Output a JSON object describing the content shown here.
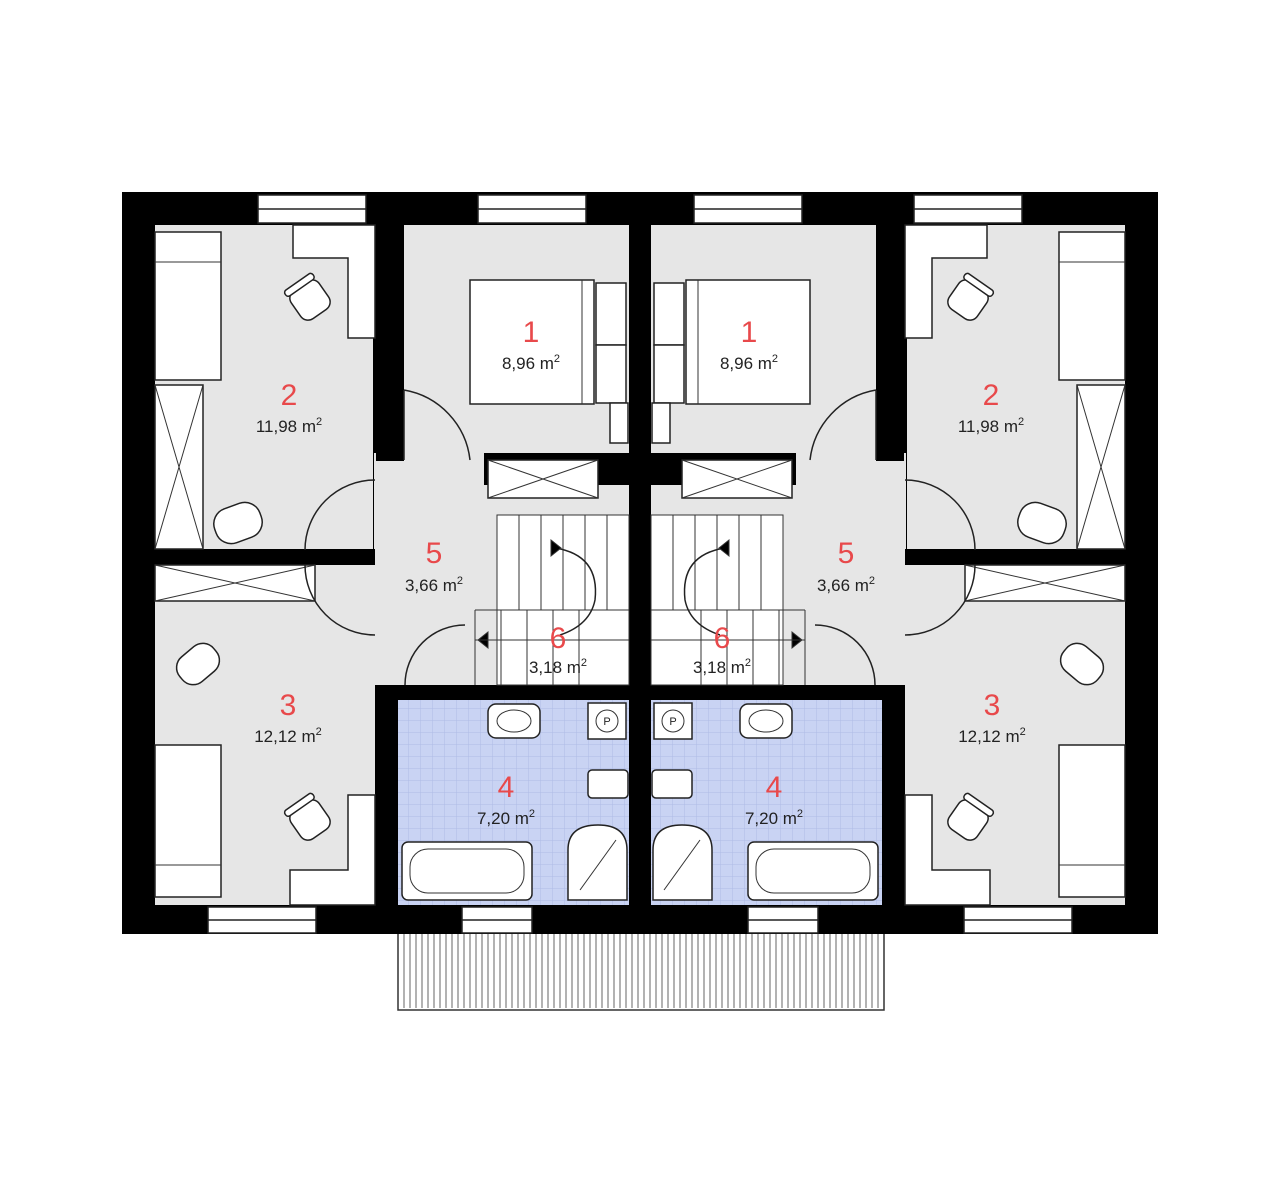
{
  "colors": {
    "wall": "#000000",
    "room_floor": "#e6e6e6",
    "bathroom_floor": "#c9d3f3",
    "room_number": "#e8494b",
    "area_text": "#222222"
  },
  "units": {
    "left": {
      "rooms": [
        {
          "number": "1",
          "area": "8,96 m",
          "sup": "2"
        },
        {
          "number": "2",
          "area": "11,98 m",
          "sup": "2"
        },
        {
          "number": "3",
          "area": "12,12 m",
          "sup": "2"
        },
        {
          "number": "4",
          "area": "7,20 m",
          "sup": "2"
        },
        {
          "number": "5",
          "area": "3,66 m",
          "sup": "2"
        },
        {
          "number": "6",
          "area": "3,18 m",
          "sup": "2"
        }
      ],
      "toilet_label": "P"
    },
    "right": {
      "rooms": [
        {
          "number": "1",
          "area": "8,96 m",
          "sup": "2"
        },
        {
          "number": "2",
          "area": "11,98 m",
          "sup": "2"
        },
        {
          "number": "3",
          "area": "12,12 m",
          "sup": "2"
        },
        {
          "number": "4",
          "area": "7,20 m",
          "sup": "2"
        },
        {
          "number": "5",
          "area": "3,66 m",
          "sup": "2"
        },
        {
          "number": "6",
          "area": "3,18 m",
          "sup": "2"
        }
      ],
      "toilet_label": "P"
    }
  }
}
